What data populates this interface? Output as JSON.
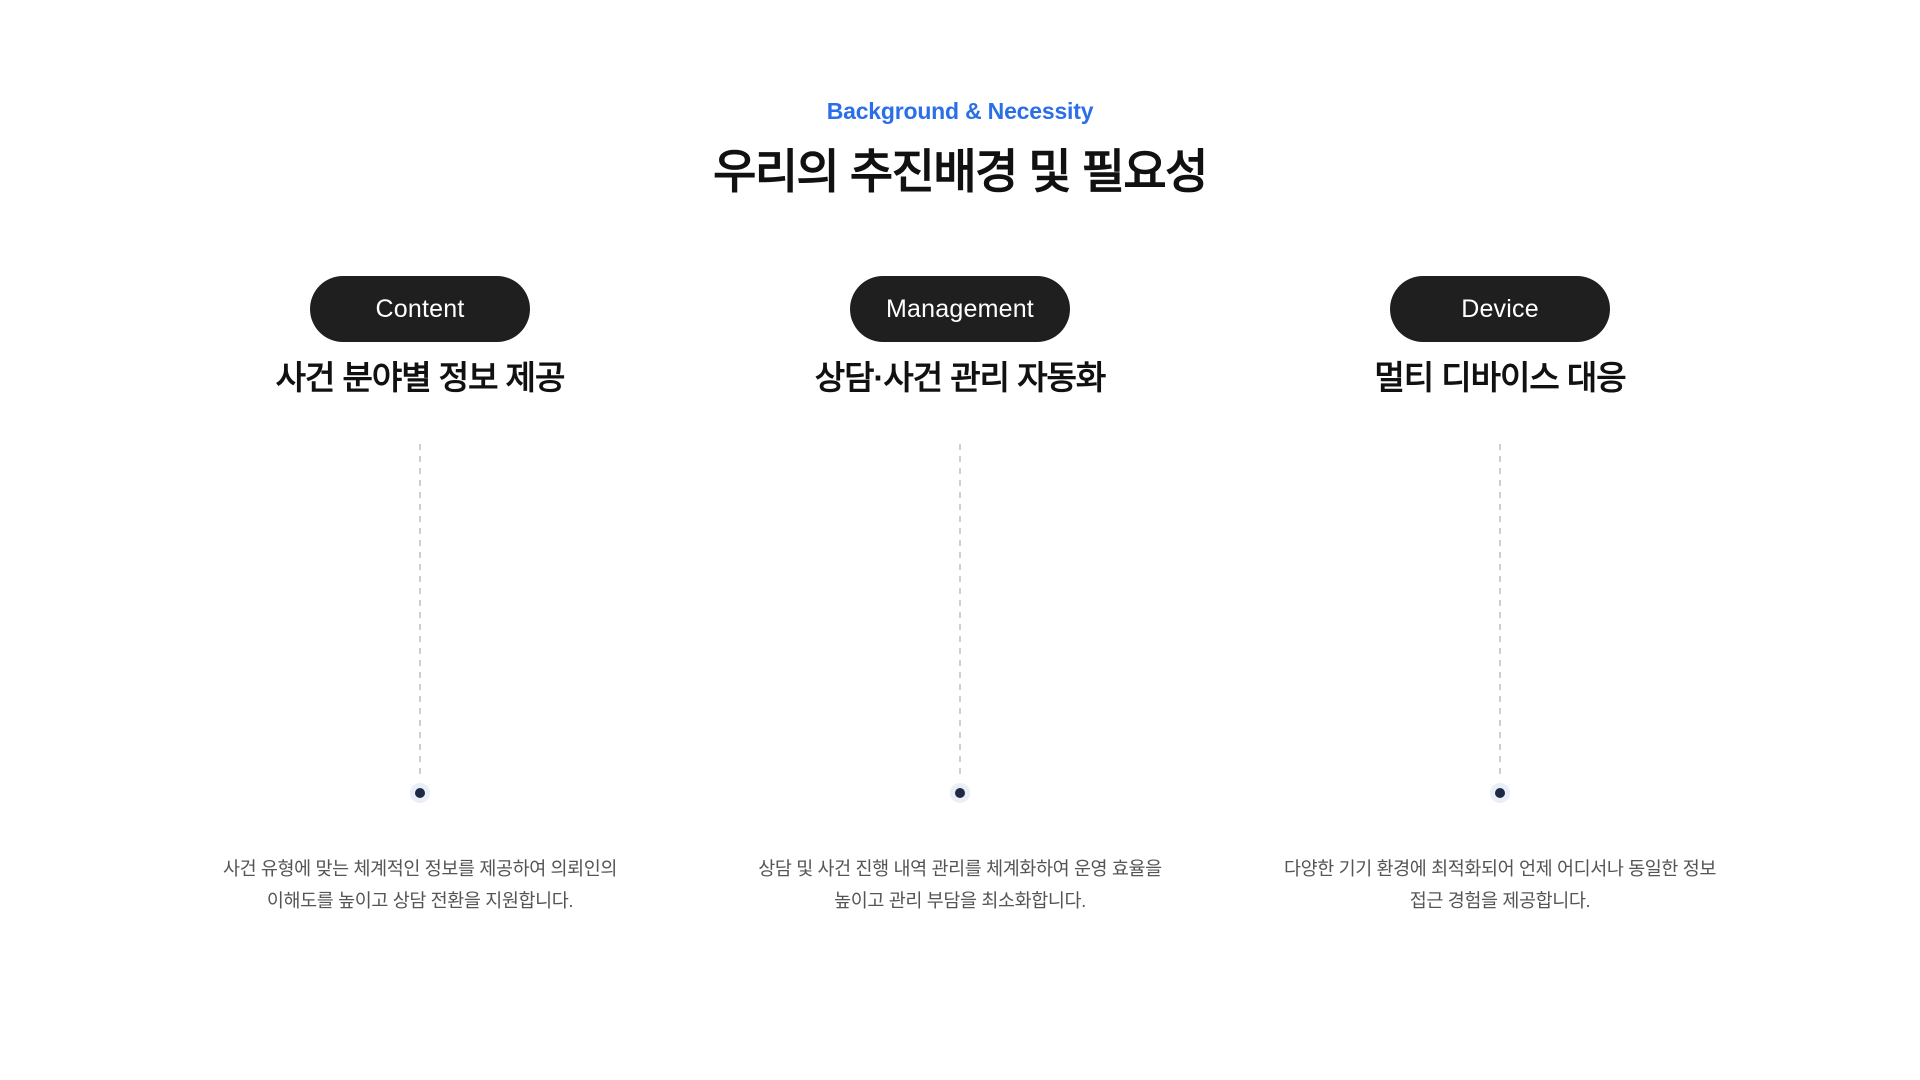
{
  "header": {
    "eyebrow": "Background & Necessity",
    "title": "우리의 추진배경 및 필요성"
  },
  "colors": {
    "accent": "#2b6fe8",
    "pill_bg": "#1f1f1f",
    "dot_outer": "#eaeef7",
    "dot_inner": "#1e2a44",
    "dash": "#cfcfcf",
    "body_text": "#555555"
  },
  "columns": [
    {
      "tag": "Content",
      "title": "사건 분야별 정보 제공",
      "description": "사건 유형에 맞는 체계적인 정보를 제공하여 의뢰인의 이해도를 높이고 상담 전환을 지원합니다."
    },
    {
      "tag": "Management",
      "title": "상담·사건 관리 자동화",
      "description": "상담 및 사건 진행 내역 관리를 체계화하여 운영 효율을 높이고 관리 부담을 최소화합니다."
    },
    {
      "tag": "Device",
      "title": "멀티 디바이스 대응",
      "description": "다양한 기기 환경에 최적화되어 언제 어디서나 동일한 정보 접근 경험을 제공합니다."
    }
  ]
}
